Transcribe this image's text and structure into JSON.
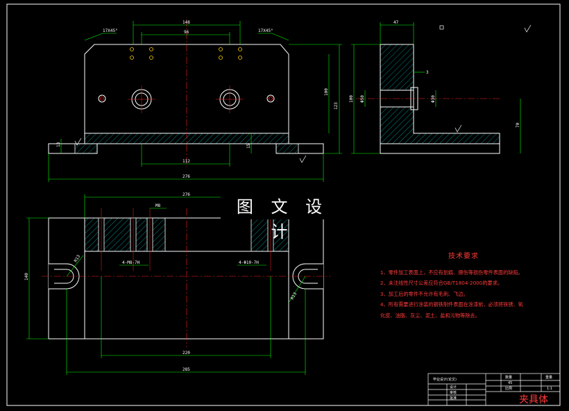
{
  "banner_text": "图 文 设 计",
  "tech_requirements": {
    "title": "技术要求",
    "items": [
      "1、零件加工表面上，不应有划痕、擦伤等损伤零件表面的缺陷。",
      "2、未注线性尺寸公差应符合GB/T1804-2000的要求。",
      "3、加工后的零件不允许有毛刺、飞边。",
      "4、所有需要进行涂装的钢铁制件表面在涂漆前，必须将铁锈、氧",
      "化皮、油脂、灰尘、泥土、盐和污物等除去。"
    ]
  },
  "title_block": {
    "part_name": "夹具体",
    "header": "毕业设计(论文)",
    "qty_label": "数量",
    "weight_label": "重量",
    "scale_label": "比例",
    "scale_value": "1:1",
    "material_value": "45",
    "designer_label": "设计",
    "checker_label": "审核",
    "approver_label": "批准"
  },
  "dimensions": {
    "front_width_top": "148",
    "front_hole_spacing": "96",
    "front_base_width": "276",
    "front_bottom_center": "112",
    "front_height_total": "123",
    "front_height_mid": "100",
    "front_base_thk": "15",
    "front_left_thk": "13",
    "chamfer_left": "17X45°",
    "chamfer_right": "17X45°",
    "side_width": "47",
    "side_height": "100",
    "side_hole_offset": "3",
    "side_hole_dia": "Φ30",
    "side_height_r": "70",
    "side_dia_left": "Φ50",
    "top_width": "276",
    "top_width_mid": "220",
    "top_width_bottom": "285",
    "top_height": "140",
    "top_slot_r_left": "R13",
    "top_slot_r_right": "R13",
    "top_section_a": "4-M8-7H",
    "top_section_b": "4-Φ10-7H",
    "top_detail": "M8"
  },
  "colors": {
    "background": "#000000",
    "outline": "#ffffff",
    "dimension": "#00ff00",
    "centerline": "#ff0000",
    "hatch": "#00e5e5",
    "hole": "#ffff00"
  }
}
